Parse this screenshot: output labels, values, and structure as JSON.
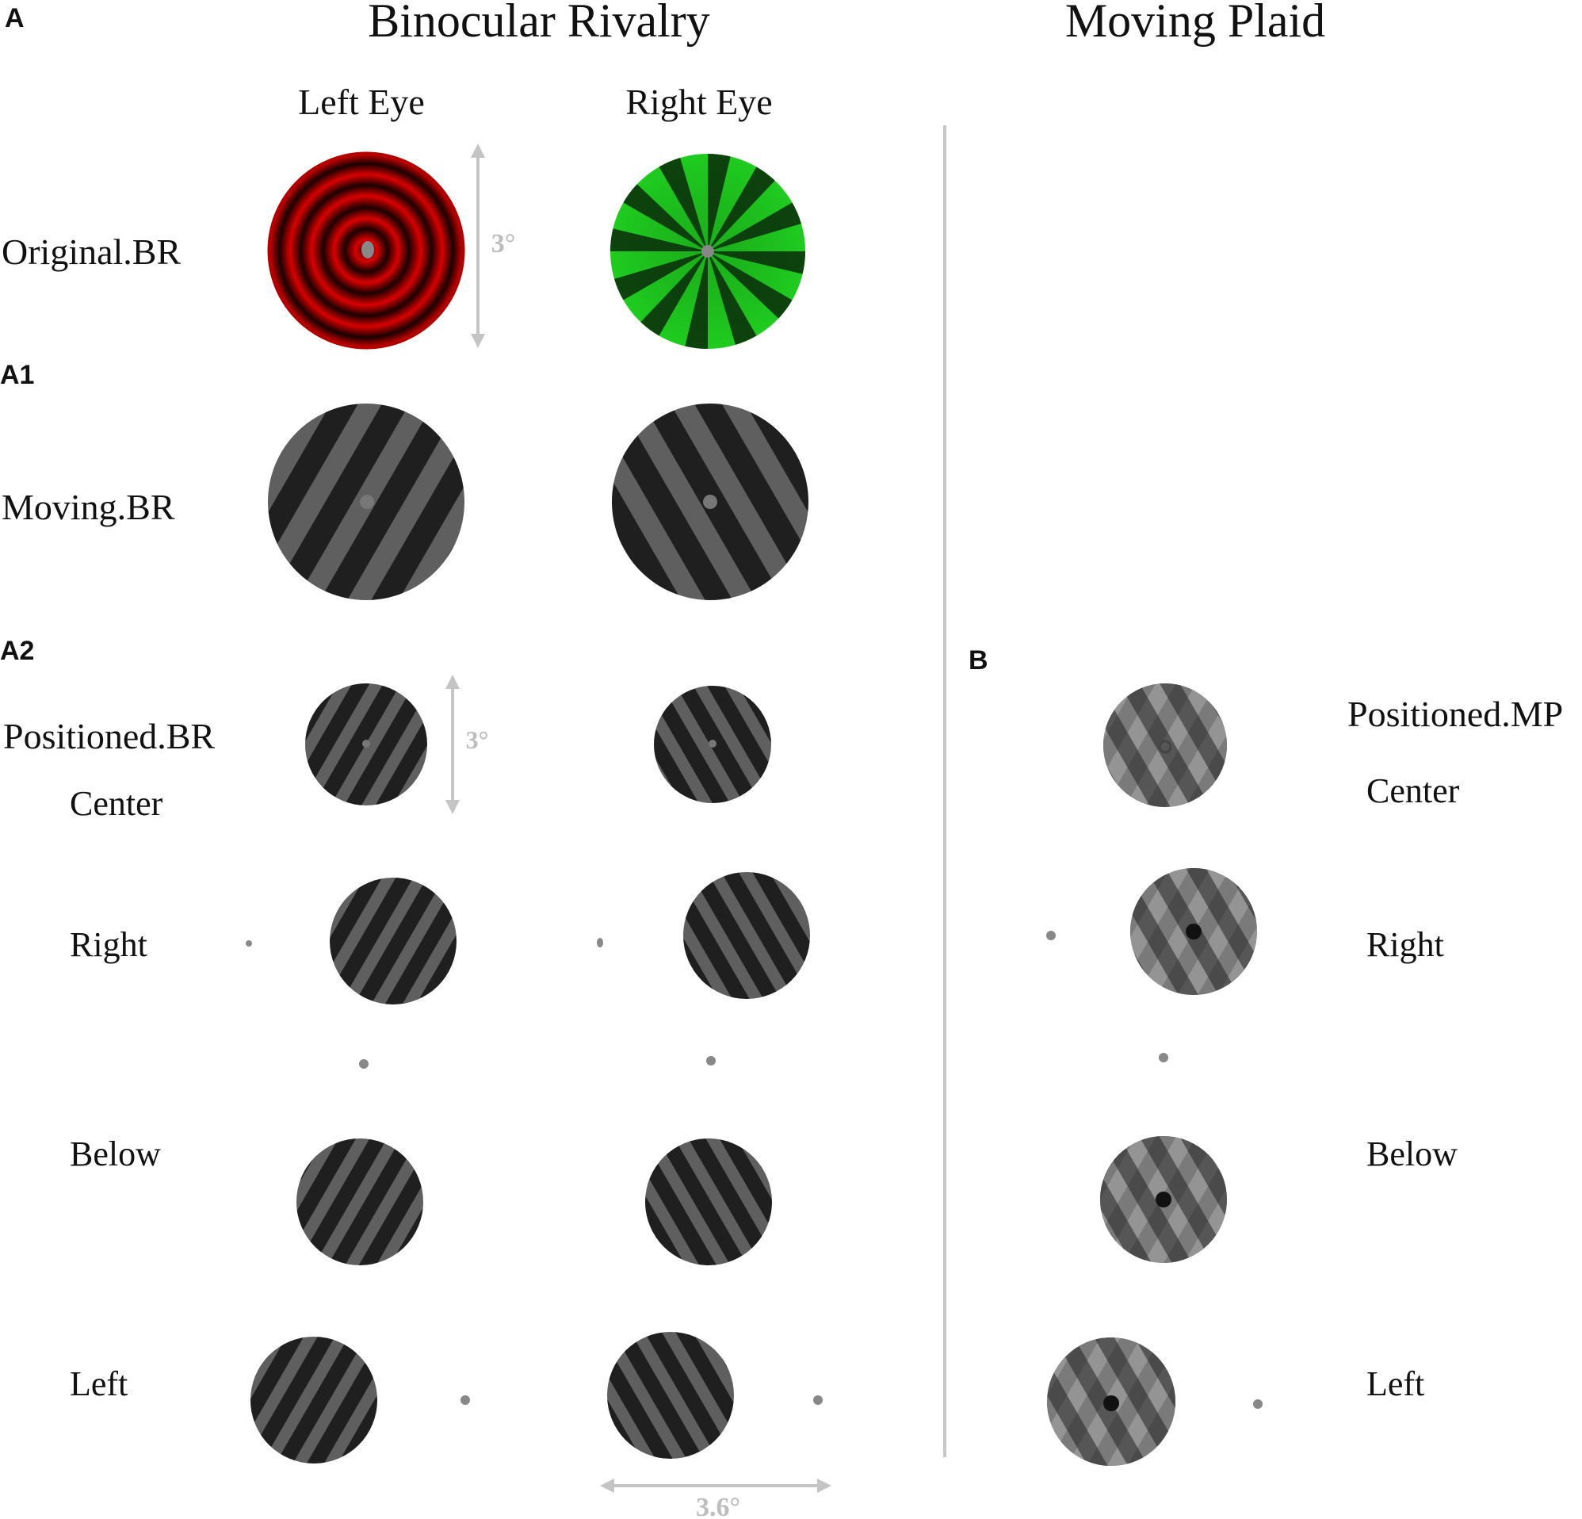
{
  "panels": {
    "a": "A",
    "a1": "A1",
    "a2": "A2",
    "b": "B"
  },
  "headers": {
    "binocular": "Binocular Rivalry",
    "plaid": "Moving Plaid"
  },
  "eyes": {
    "left": "Left Eye",
    "right": "Right Eye"
  },
  "rows": {
    "original": "Original.BR",
    "moving": "Moving.BR",
    "positioned_br": "Positioned.BR",
    "positioned_mp": "Positioned.MP",
    "center": "Center",
    "right": "Right",
    "below": "Below",
    "left": "Left"
  },
  "dims": {
    "deg3": "3°",
    "deg3_small": "3°",
    "deg36": "3.6°"
  },
  "colors": {
    "red_grating": "#cc0000",
    "green_grating": "#1fcc1f",
    "stripe_dark": "#1f1f1f",
    "stripe_light": "#5f5f5f",
    "plaid_light": "#8a8a8a",
    "fixation": "#7a7a7a",
    "divider": "#c8c8c8",
    "arrow": "#c4c4c4"
  }
}
